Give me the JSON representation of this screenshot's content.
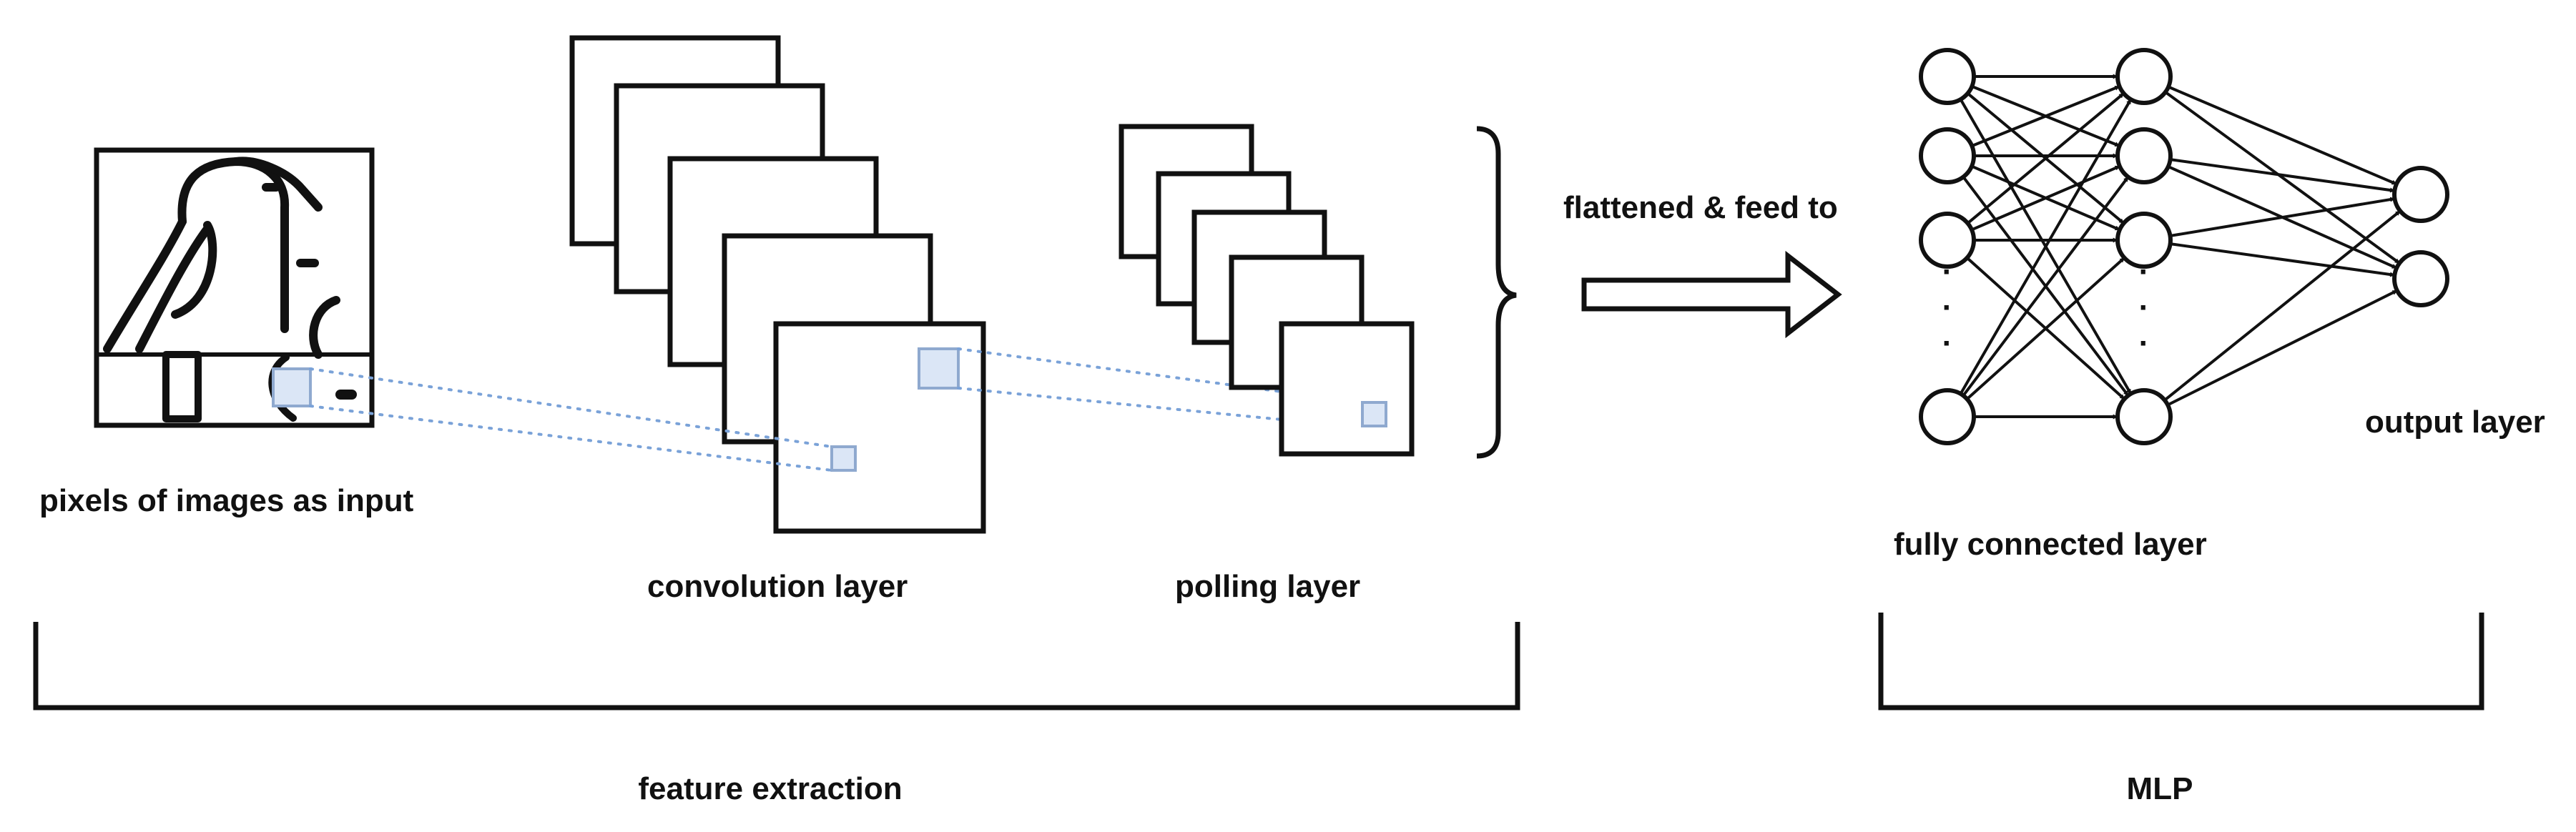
{
  "labels": {
    "input": "pixels of images as input",
    "convolution": "convolution layer",
    "pooling": "polling layer",
    "flatten": "flattened & feed to",
    "fully_connected": "fully connected layer",
    "output": "output layer",
    "feature_extraction": "feature extraction",
    "mlp": "MLP"
  },
  "colors": {
    "stroke": "#111111",
    "kernel_fill": "#dbe6f6",
    "kernel_stroke": "#8fa9cf",
    "dotted_line": "#7aa2d8"
  },
  "icons": {
    "input_image": "bird-icon"
  },
  "network": {
    "hidden_layer_visible_nodes": 4,
    "output_layer_nodes": 2,
    "ellipsis": "·"
  }
}
